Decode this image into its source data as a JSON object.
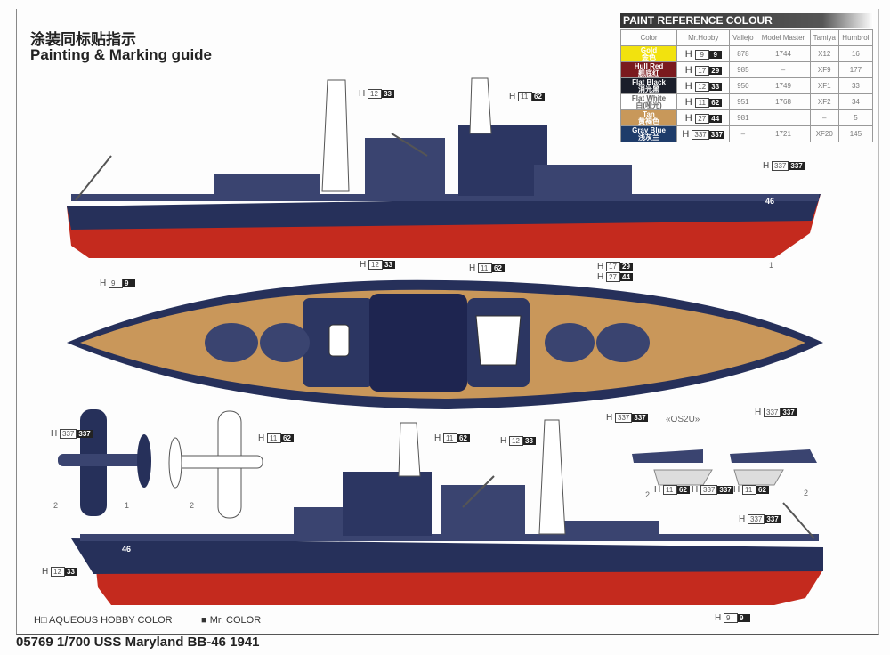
{
  "header": {
    "title_cn": "涂装同标贴指示",
    "title_en": "Painting & Marking guide"
  },
  "paint_table": {
    "title": "PAINT REFERENCE COLOUR",
    "columns": [
      "Color",
      "Mr.Hobby",
      "Vallejo",
      "Model Master",
      "Tamiya",
      "Humbrol"
    ],
    "rows": [
      {
        "name": "Gold",
        "name_cn": "金色",
        "swatch": "#f2e20e",
        "text": "#fff",
        "h_light": "9",
        "h_dark": "9",
        "vallejo": "878",
        "model_master": "1744",
        "tamiya": "X12",
        "humbrol": "16"
      },
      {
        "name": "Hull Red",
        "name_cn": "舰底红",
        "swatch": "#7a1a1e",
        "text": "#fff",
        "h_light": "17",
        "h_dark": "29",
        "vallejo": "985",
        "model_master": "–",
        "tamiya": "XF9",
        "humbrol": "177"
      },
      {
        "name": "Flat Black",
        "name_cn": "消光黑",
        "swatch": "#1a1e2a",
        "text": "#fff",
        "h_light": "12",
        "h_dark": "33",
        "vallejo": "950",
        "model_master": "1749",
        "tamiya": "XF1",
        "humbrol": "33"
      },
      {
        "name": "Flat White",
        "name_cn": "白(哑光)",
        "swatch": "#ffffff",
        "text": "#666",
        "h_light": "11",
        "h_dark": "62",
        "vallejo": "951",
        "model_master": "1768",
        "tamiya": "XF2",
        "humbrol": "34"
      },
      {
        "name": "Tan",
        "name_cn": "黄褐色",
        "swatch": "#c8985a",
        "text": "#fff",
        "h_light": "27",
        "h_dark": "44",
        "vallejo": "981",
        "model_master": "",
        "tamiya": "–",
        "humbrol": "5"
      },
      {
        "name": "Gray Blue",
        "name_cn": "浅灰兰",
        "swatch": "#1e3c6a",
        "text": "#fff",
        "h_light": "337",
        "h_dark": "337",
        "vallejo": "–",
        "model_master": "1721",
        "tamiya": "XF20",
        "humbrol": "145"
      }
    ]
  },
  "callouts": [
    {
      "l": "12",
      "d": "33"
    },
    {
      "l": "11",
      "d": "62"
    },
    {
      "l": "337",
      "d": "337"
    },
    {
      "l": "9",
      "d": "9"
    },
    {
      "l": "12",
      "d": "33"
    },
    {
      "l": "11",
      "d": "62"
    },
    {
      "l": "17",
      "d": "29"
    },
    {
      "l": "27",
      "d": "44"
    },
    {
      "l": "337",
      "d": "337"
    },
    {
      "l": "337",
      "d": "337"
    },
    {
      "l": "337",
      "d": "337"
    },
    {
      "l": "11",
      "d": "62"
    },
    {
      "l": "11",
      "d": "62"
    },
    {
      "l": "12",
      "d": "33"
    },
    {
      "l": "11",
      "d": "62"
    },
    {
      "l": "337",
      "d": "337"
    },
    {
      "l": "11",
      "d": "62"
    },
    {
      "l": "337",
      "d": "337"
    },
    {
      "l": "12",
      "d": "33"
    },
    {
      "l": "9",
      "d": "9"
    }
  ],
  "h_prefix": "H",
  "hull_number": "46",
  "part_numbers": [
    "1",
    "1",
    "2",
    "2",
    "2",
    "2"
  ],
  "aircraft_label": "«OS2U»",
  "legend": {
    "aqueous_symbol": "H□",
    "aqueous": "AQUEOUS HOBBY COLOR",
    "mr_symbol": "■",
    "mr": "Mr. COLOR"
  },
  "footer": "05769 1/700 USS Maryland BB-46 1941",
  "colors": {
    "hull": "#26305a",
    "boot": "#c42a1e",
    "deck": "#c9975a",
    "superstructure": "#3a4470"
  }
}
